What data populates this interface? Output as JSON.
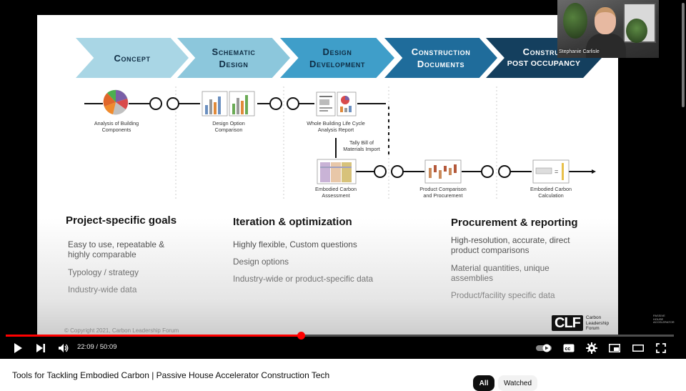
{
  "slide": {
    "phases": [
      {
        "line1": "Concept",
        "line2": "",
        "sub": "",
        "color": "#a9d6e5"
      },
      {
        "line1": "Schematic",
        "line2": "Design",
        "sub": "",
        "color": "#8cc7dc"
      },
      {
        "line1": "Design",
        "line2": "Development",
        "sub": "",
        "color": "#3f9ec9"
      },
      {
        "line1": "Construction",
        "line2": "Documents",
        "sub": "",
        "color": "#1f6c9b"
      },
      {
        "line1": "Construc",
        "line2": "",
        "sub": "POST OCCUPANCY",
        "color": "#143f5e"
      }
    ],
    "steps": {
      "analysis": "Analysis of Building Components",
      "design_option": "Design Option Comparison",
      "wblca": "Whole Building Life Cycle Analysis Report",
      "tally": "Tally Bill of Materials Import",
      "ec_assessment": "Embodied Carbon Assessment",
      "product_comparison": "Product Comparison and Procurement",
      "ec_calculation": "Embodied Carbon Calculation"
    },
    "goals": [
      {
        "heading": "Project-specific goals",
        "items": [
          "Easy to use, repeatable & highly comparable",
          "Typology / strategy",
          "Industry-wide data"
        ]
      },
      {
        "heading": "Iteration & optimization",
        "items": [
          "Highly flexible, Custom questions",
          "Design options",
          "Industry-wide or product-specific data"
        ]
      },
      {
        "heading": "Procurement & reporting",
        "items": [
          "High-resolution, accurate, direct product comparisons",
          "Material quantities, unique assemblies",
          "Product/facility specific data"
        ]
      }
    ],
    "copyright": "© Copyright 2021, Carbon Leadership Forum",
    "clf_logo": "CLF",
    "clf_name": "Carbon Leadership Forum",
    "phf_text": "PASSIVE HOUSE ACCELERATOR"
  },
  "webcam": {
    "name": "Stephanie Carlisle"
  },
  "player": {
    "current_time": "22:09",
    "duration": "50:09",
    "progress": 0.4416,
    "buffered": 0.44
  },
  "video": {
    "title": "Tools for Tackling Embodied Carbon | Passive House Accelerator Construction Tech"
  },
  "chips": {
    "all": "All",
    "watched": "Watched"
  }
}
